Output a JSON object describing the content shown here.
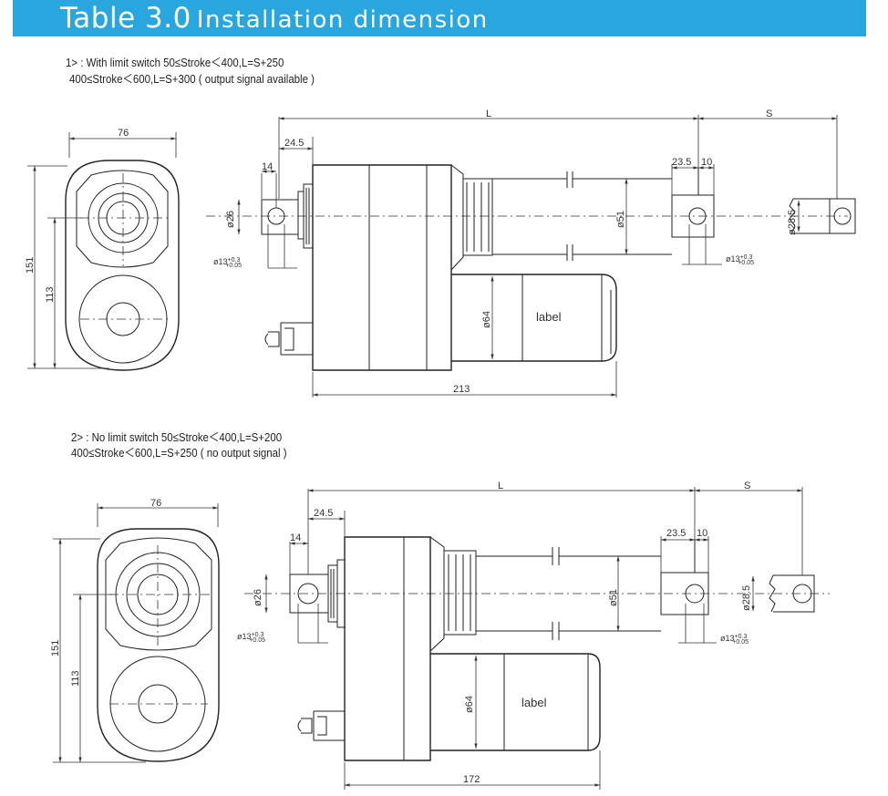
{
  "header": {
    "table_label": "Table 3.0",
    "title": "Installation dimension",
    "bg_color": "#2aa6df"
  },
  "section1": {
    "line1": "1> : With limit switch    50≤Stroke＜400,L=S+250",
    "line2": "400≤Stroke＜600,L=S+300  ( output signal available )",
    "dims": {
      "width": "76",
      "height": "151",
      "hole_height": "113",
      "L": "L",
      "S": "S",
      "d24_5": "24.5",
      "d14": "14",
      "d23_5": "23.5",
      "d10": "10",
      "dia26": "ø26",
      "dia51": "ø51",
      "dia28_5": "ø28.5",
      "dia64": "ø64",
      "hole_left": "ø13+0.3/+0.05",
      "hole_right": "ø13+0.3/+0.05",
      "motor_label": "label",
      "length": "213"
    }
  },
  "section2": {
    "line1": "2> : No limit switch    50≤Stroke＜400,L=S+200",
    "line2": "400≤Stroke＜600,L=S+250  ( no output signal )",
    "dims": {
      "width": "76",
      "height": "151",
      "hole_height": "113",
      "L": "L",
      "S": "S",
      "d24_5": "24.5",
      "d14": "14",
      "d23_5": "23.5",
      "d10": "10",
      "dia26": "ø26",
      "dia51": "ø51",
      "dia28_5": "ø28.5",
      "dia64": "ø64",
      "hole_left": "ø13+0.3/+0.05",
      "hole_right": "ø13+0.3/+0.05",
      "motor_label": "label",
      "length": "172"
    }
  }
}
